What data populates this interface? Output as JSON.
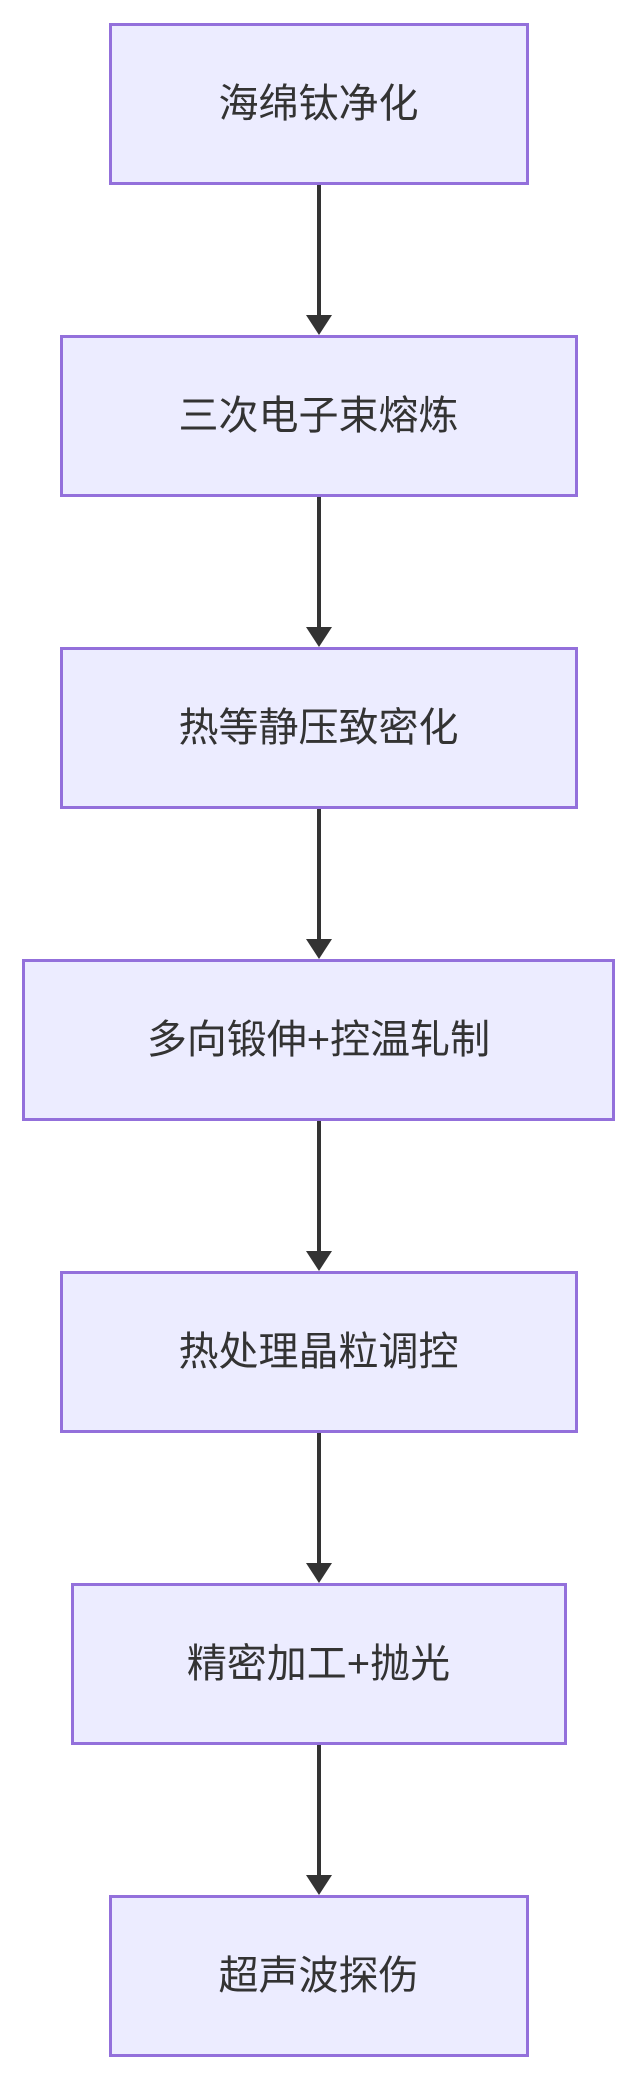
{
  "flowchart": {
    "type": "flowchart",
    "direction": "top-down",
    "steps": [
      {
        "label": "海绵钛净化"
      },
      {
        "label": "三次电子束熔炼"
      },
      {
        "label": "热等静压致密化"
      },
      {
        "label": "多向锻伸+控温轧制"
      },
      {
        "label": "热处理晶粒调控"
      },
      {
        "label": "精密加工+抛光"
      },
      {
        "label": "超声波探伤"
      }
    ],
    "colors": {
      "node_fill": "#ECECFF",
      "node_border": "#9370DB",
      "node_text": "#333333",
      "arrow": "#333333",
      "background": "#FFFFFF"
    }
  }
}
